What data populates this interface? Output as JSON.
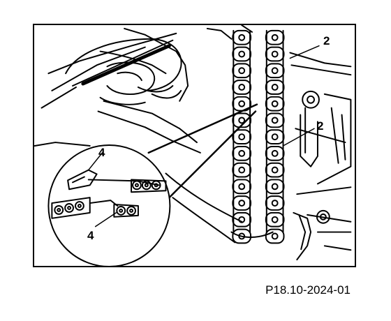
{
  "figure": {
    "id": "P18.10-2024-01",
    "callouts": [
      "2",
      "2",
      "4",
      "4"
    ]
  },
  "colors": {
    "ink": "#000000",
    "paper": "#ffffff"
  }
}
